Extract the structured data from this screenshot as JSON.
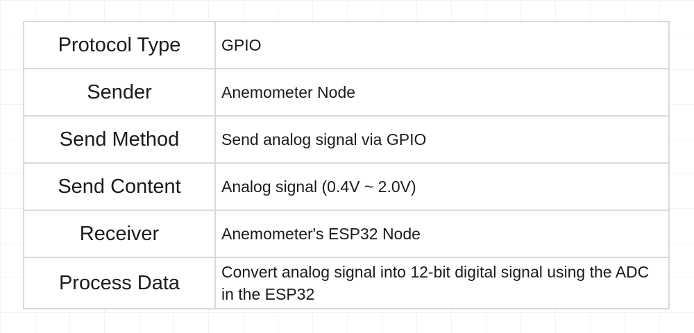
{
  "table": {
    "rows": [
      {
        "label": "Protocol Type",
        "value": "GPIO"
      },
      {
        "label": "Sender",
        "value": "Anemometer Node"
      },
      {
        "label": "Send Method",
        "value": "Send analog signal via GPIO"
      },
      {
        "label": "Send Content",
        "value": "Analog signal (0.4V ~ 2.0V)"
      },
      {
        "label": "Receiver",
        "value": "Anemometer's ESP32 Node"
      },
      {
        "label": "Process Data",
        "value": "Convert analog signal into 12-bit digital signal using the ADC in the ESP32"
      }
    ]
  }
}
